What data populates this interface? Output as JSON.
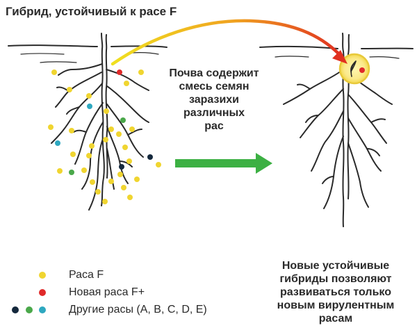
{
  "title": "Гибрид, устойчивый к расе F",
  "center_text": [
    "Почва содержит",
    "смесь семян",
    "заразихи",
    "различных",
    "рас"
  ],
  "result_text": [
    "Новые устойчивые",
    "гибриды позволяют",
    "развиваться только",
    "новым вирулентным",
    "расам"
  ],
  "legend": [
    {
      "label": "Раса F",
      "colors": [
        "#f0d530"
      ]
    },
    {
      "label": "Новая раса F+",
      "colors": [
        "#e02a2a"
      ]
    },
    {
      "label": "Другие расы (A, B, C, D, E)",
      "colors": [
        "#14283c",
        "#4aa84a",
        "#2ea8c0"
      ]
    }
  ],
  "colors": {
    "race_f": "#f0d530",
    "new_race": "#e02a2a",
    "dark_race": "#14283c",
    "green_race": "#4aa84a",
    "teal_race": "#2ea8c0",
    "big_arrow": "#3cb043",
    "curve_start": "#f0e020",
    "curve_end": "#e03020",
    "root_stroke": "#2a2a2a"
  }
}
